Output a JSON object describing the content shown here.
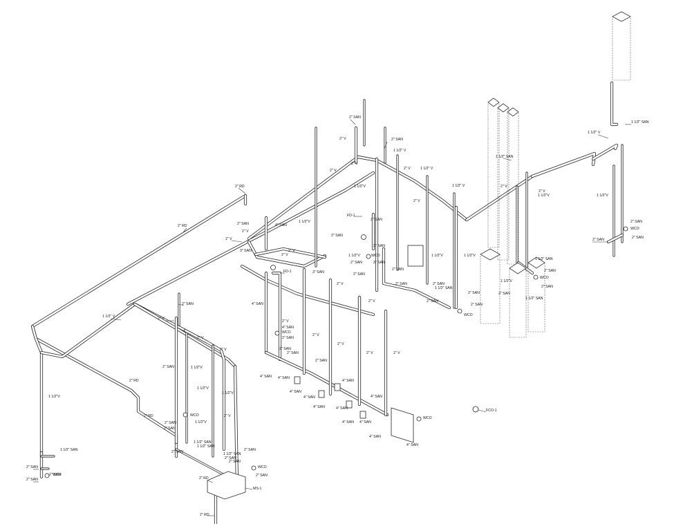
{
  "labels": {
    "rd_2": "2\" RD",
    "v_2": "2\" V",
    "v_1_5": "1 1/2\" V",
    "v_1_5b": "1 1/2\"V",
    "san_2": "2\" SAN",
    "san_3": "3\" SAN",
    "san_4": "4\" SAN",
    "san_1_5": "1 1/2\" SAN",
    "wco": "WCO",
    "fd1": "FD-1",
    "fco1": "FCO-1",
    "ms1": "MS-1"
  }
}
